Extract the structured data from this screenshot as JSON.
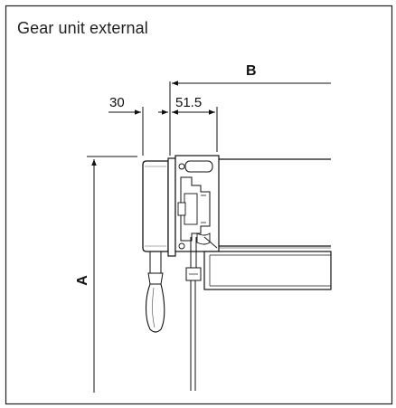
{
  "caption": "Gear unit external",
  "dimensions": {
    "a_label": "A",
    "b_label": "B",
    "offset_30": "30",
    "offset_51_5": "51.5"
  }
}
